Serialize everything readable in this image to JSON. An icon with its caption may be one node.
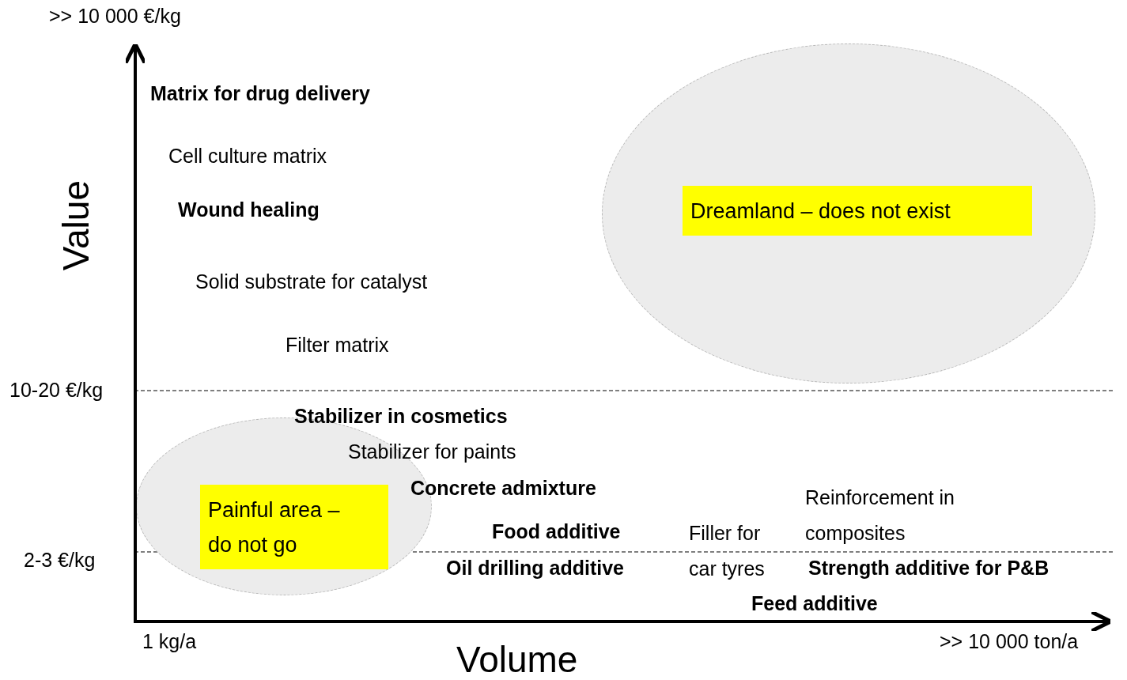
{
  "diagram": {
    "nodes": [
      {
        "text": [],
        "shape": "ellipse"
      },
      {
        "text": [
          "Dreamland – does not exist"
        ],
        "in": 0
      },
      {
        "text": [],
        "shape": "ellipse"
      },
      {
        "text": [
          "Painful area – do not go"
        ],
        "in": 2
      }
    ],
    "labels": [
      ">> 10 000 €/kg",
      "Matrix for drug delivery",
      "Cell culture matrix",
      "Value",
      "Wound healing",
      "Solid substrate for catalyst",
      "Filter matrix",
      "10-20 €/kg",
      "Stabilizer in cosmetics",
      "Stabilizer for paints",
      "Concrete admixture",
      "Reinforcement in composites",
      "Food additive",
      "Filler for car tyres",
      "2-3 €/kg",
      "Oil drilling additive",
      "Strength additive for P&B",
      "Feed additive",
      "1 kg/a",
      "Volume",
      ">> 10 000 ton/a"
    ]
  }
}
